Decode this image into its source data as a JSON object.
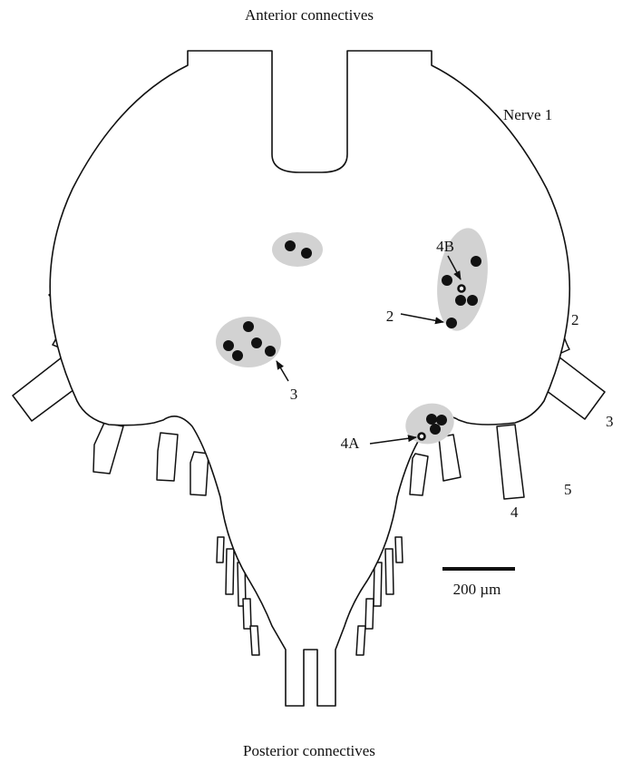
{
  "title_top": "Anterior connectives",
  "title_bottom": "Posterior connectives",
  "labels": {
    "nerve1": "Nerve 1",
    "right_nerve2": "2",
    "right_nerve3": "3",
    "right_nerve4": "4",
    "right_nerve5": "5",
    "cell3": "3",
    "cell2": "2",
    "cell4A": "4A",
    "cell4B": "4B"
  },
  "scale_bar": {
    "label": "200 µm"
  }
}
